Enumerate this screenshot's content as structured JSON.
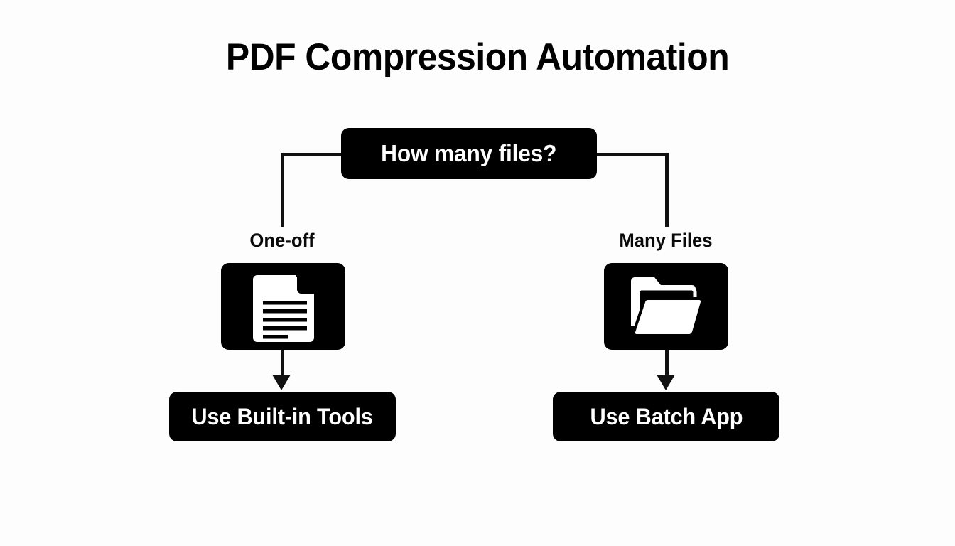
{
  "diagram": {
    "title": "PDF Compression Automation",
    "background_color": "#fdfdfd",
    "node_fill_color": "#000000",
    "node_text_color": "#ffffff",
    "line_color": "#111111",
    "decision": {
      "label": "How many files?",
      "shape": "rounded-rectangle"
    },
    "branches": [
      {
        "label": "One-off",
        "icon": "document-icon",
        "outcome": "Use Built-in Tools"
      },
      {
        "label": "Many Files",
        "icon": "folder-icon",
        "outcome": "Use Batch App"
      }
    ]
  }
}
